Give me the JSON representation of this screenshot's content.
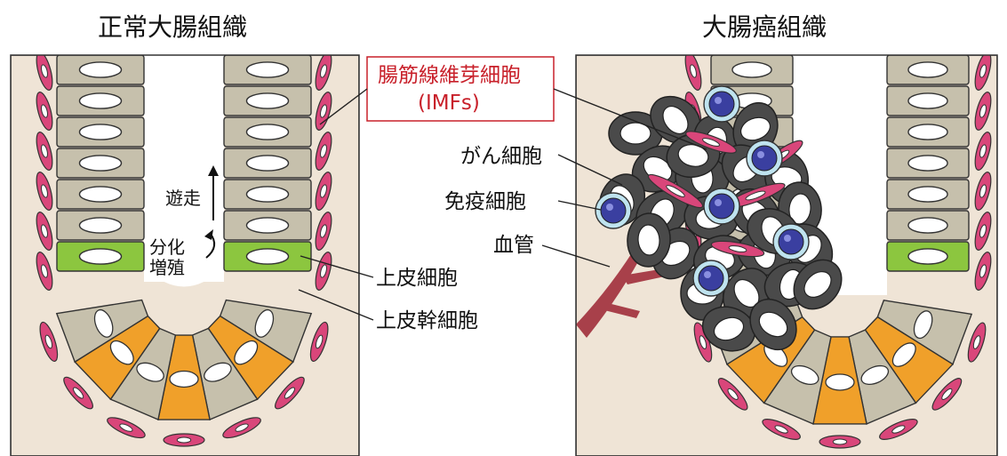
{
  "titles": {
    "normal": "正常大腸組織",
    "cancer": "大腸癌組織"
  },
  "labels": {
    "imf_line1": "腸筋線維芽細胞",
    "imf_line2": "(IMFs)",
    "cancer_cell": "がん細胞",
    "immune_cell": "免疫細胞",
    "blood_vessel": "血管",
    "epithelial_cell": "上皮細胞",
    "epithelial_stem_cell": "上皮幹細胞",
    "migration": "遊走",
    "differentiation": "分化",
    "proliferation": "増殖"
  },
  "colors": {
    "tissue": "#efe4d6",
    "epithelium": "#c6c0ac",
    "stem_cell": "#8cc63f",
    "transit_cell": "#f0a02a",
    "fibroblast": "#d9467a",
    "immune": "#3a3fa0",
    "vessel": "#a8404a",
    "label_red": "#c8202a"
  }
}
